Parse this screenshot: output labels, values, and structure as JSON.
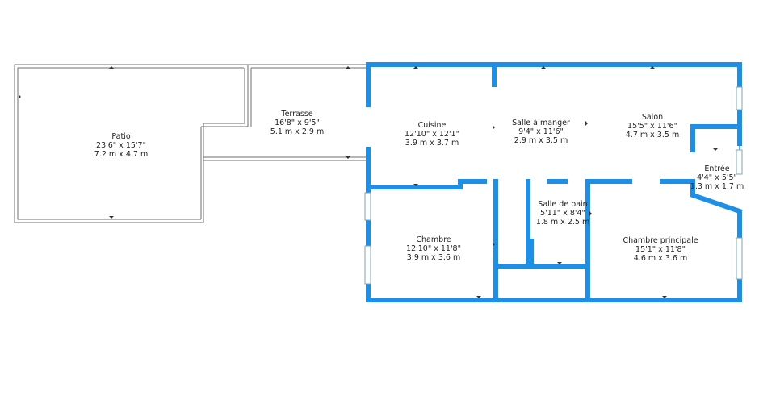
{
  "colors": {
    "interior_wall": "#1e8fe6",
    "exterior_outline": "#6e6e6e",
    "window": "#7fa5b5",
    "label_text": "#222222",
    "background": "#ffffff"
  },
  "rooms": {
    "patio": {
      "name": "Patio",
      "imperial": "23'6\" x 15'7\"",
      "metric": "7.2 m x 4.7 m"
    },
    "terrasse": {
      "name": "Terrasse",
      "imperial": "16'8\" x 9'5\"",
      "metric": "5.1 m x 2.9 m"
    },
    "cuisine": {
      "name": "Cuisine",
      "imperial": "12'10\" x 12'1\"",
      "metric": "3.9 m x 3.7 m"
    },
    "salle_a_manger": {
      "name": "Salle à manger",
      "imperial": "9'4\" x 11'6\"",
      "metric": "2.9 m x 3.5 m"
    },
    "salon": {
      "name": "Salon",
      "imperial": "15'5\" x 11'6\"",
      "metric": "4.7 m x 3.5 m"
    },
    "entree": {
      "name": "Entrée",
      "imperial": "4'4\" x 5'5\"",
      "metric": "1.3 m x 1.7 m"
    },
    "salle_de_bain": {
      "name": "Salle de bain",
      "imperial": "5'11\" x 8'4\"",
      "metric": "1.8 m x 2.5 m"
    },
    "chambre": {
      "name": "Chambre",
      "imperial": "12'10\" x 11'8\"",
      "metric": "3.9 m x 3.6 m"
    },
    "chambre_principale": {
      "name": "Chambre principale",
      "imperial": "15'1\" x 11'8\"",
      "metric": "4.6 m x 3.6 m"
    }
  }
}
